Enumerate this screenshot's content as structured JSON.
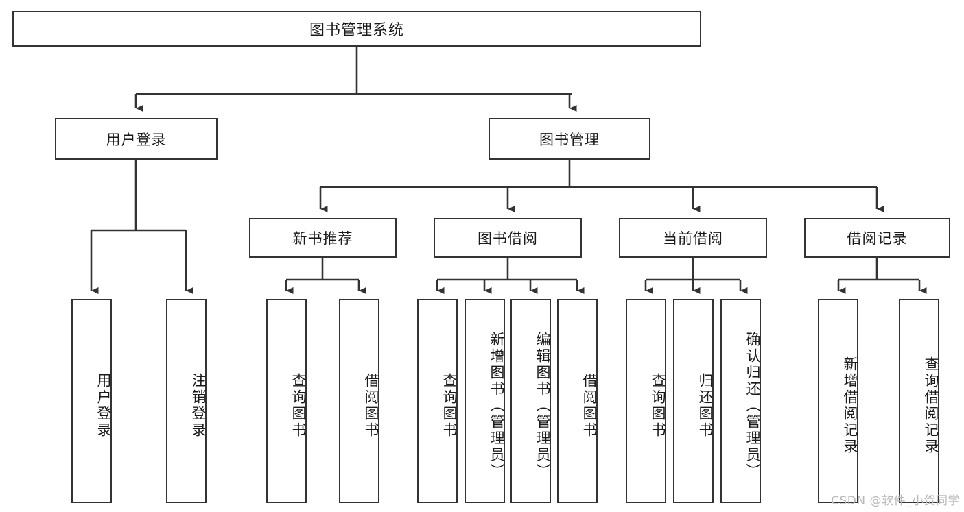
{
  "diagram": {
    "title": "图书管理系统",
    "type": "tree-hierarchy",
    "watermark": "CSDN @软件_小贺同学",
    "colors": {
      "box_border": "#333333",
      "box_fill": "#ffffff",
      "edge": "#333333",
      "text": "#1a1a1a",
      "watermark": "#b9b9b9",
      "background": "#ffffff"
    },
    "levels": {
      "root": {
        "label": "图书管理系统"
      },
      "level2": [
        {
          "label": "用户登录"
        },
        {
          "label": "图书管理"
        }
      ],
      "level3": [
        {
          "label": "新书推荐"
        },
        {
          "label": "图书借阅"
        },
        {
          "label": "当前借阅"
        },
        {
          "label": "借阅记录"
        }
      ],
      "leaves": {
        "user_login": [
          {
            "label": "用户登录"
          },
          {
            "label": "注销登录"
          }
        ],
        "new_book_recommend": [
          {
            "label": "查询图书"
          },
          {
            "label": "借阅图书"
          }
        ],
        "book_borrow": [
          {
            "label": "查询图书"
          },
          {
            "label": "新增图书（管理员）"
          },
          {
            "label": "编辑图书（管理员）"
          },
          {
            "label": "借阅图书"
          }
        ],
        "current_borrow": [
          {
            "label": "查询图书"
          },
          {
            "label": "归还图书"
          },
          {
            "label": "确认归还（管理员）"
          }
        ],
        "borrow_record": [
          {
            "label": "新增借阅记录"
          },
          {
            "label": "查询借阅记录"
          }
        ]
      }
    }
  }
}
